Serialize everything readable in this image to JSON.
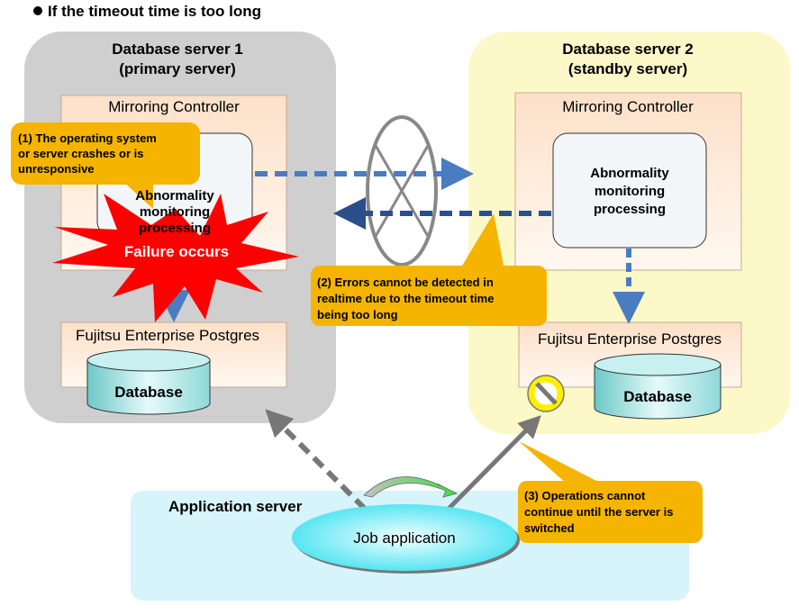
{
  "heading": "If the timeout time is too long",
  "server1": {
    "title_line1": "Database server 1",
    "title_line2": "(primary server)",
    "mirroring": "Mirroring Controller",
    "monitor_line1": "Abnormality",
    "monitor_line2": "monitoring",
    "monitor_line3": "processing",
    "postgres": "Fujitsu Enterprise Postgres",
    "database": "Database"
  },
  "server2": {
    "title_line1": "Database server 2",
    "title_line2": "(standby server)",
    "mirroring": "Mirroring Controller",
    "monitor_line1": "Abnormality",
    "monitor_line2": "monitoring",
    "monitor_line3": "processing",
    "postgres": "Fujitsu Enterprise Postgres",
    "database": "Database"
  },
  "failure": "Failure occurs",
  "callouts": {
    "c1": [
      "(1) The operating system",
      "or server crashes or is",
      "unresponsive"
    ],
    "c2": [
      "(2) Errors cannot be detected in",
      "realtime due to the timeout time",
      "being too long"
    ],
    "c3": [
      "(3) Operations cannot",
      "continue until the server is",
      "switched"
    ]
  },
  "app_server": {
    "title": "Application server",
    "job": "Job application"
  },
  "icons": [
    "bullet-icon",
    "network-disconnected-icon",
    "prohibited-icon",
    "failure-burst-icon",
    "switch-arrow-icon"
  ],
  "colors": {
    "server1_bg": "#cfcfcf",
    "server2_bg": "#fdf8c8",
    "callout": "#f5b400",
    "arrow_blue": "#4a7cc0",
    "arrow_dark": "#2b4f8c",
    "failure": "#ff0000",
    "app_bg": "#d6f4fa",
    "job": "#40e0f0"
  }
}
